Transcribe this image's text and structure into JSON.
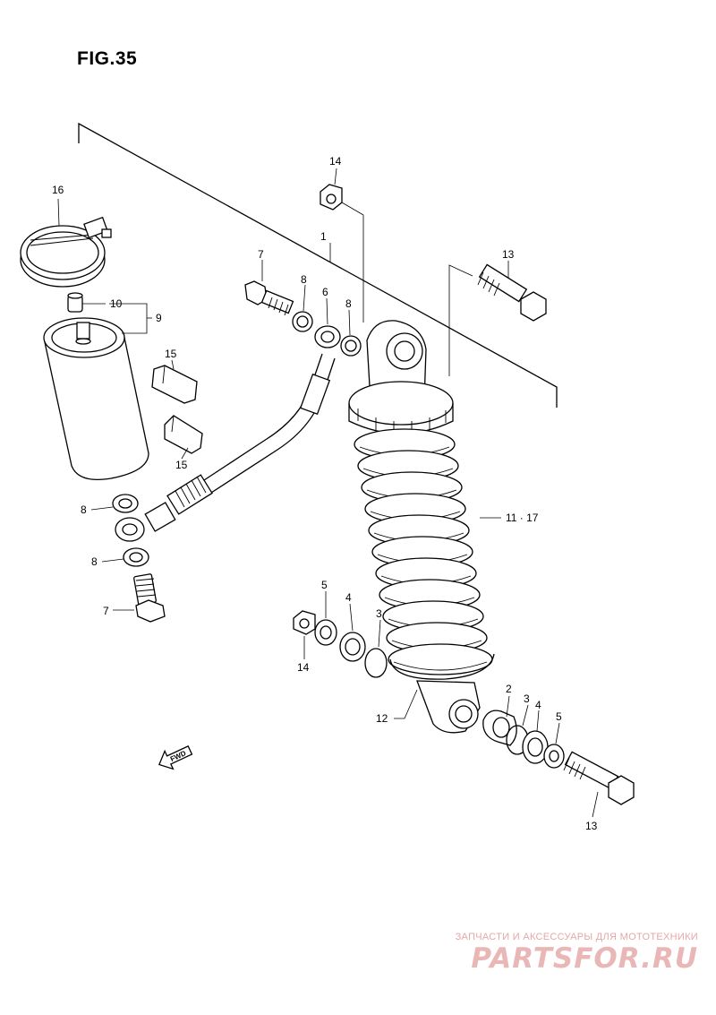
{
  "figure": {
    "title": "FIG.35"
  },
  "callouts": {
    "c1": "1",
    "c2": "2",
    "c3a": "3",
    "c3b": "3",
    "c4a": "4",
    "c4b": "4",
    "c5a": "5",
    "c5b": "5",
    "c6": "6",
    "c7a": "7",
    "c7b": "7",
    "c8a": "8",
    "c8b": "8",
    "c8c": "8",
    "c8d": "8",
    "c9": "9",
    "c10": "10",
    "c11_17": "11 · 17",
    "c12": "12",
    "c13a": "13",
    "c13b": "13",
    "c14a": "14",
    "c14b": "14",
    "c15a": "15",
    "c15b": "15",
    "c16": "16"
  },
  "fwd_label": "FWD",
  "watermark": {
    "caption": "ЗАПЧАСТИ И АКСЕССУАРЫ ДЛЯ МОТОТЕХНИКИ",
    "logo": "PARTSFOR.RU"
  },
  "colors": {
    "line": "#000000",
    "background": "#ffffff",
    "watermark": "#e6a7a7"
  }
}
